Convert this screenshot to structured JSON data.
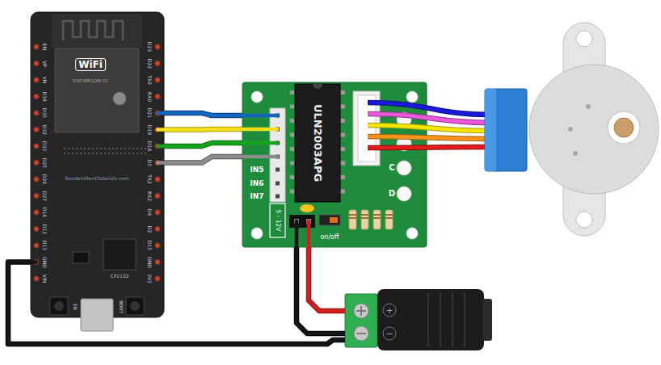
{
  "diagram": {
    "nodes": [
      {
        "text": [
          "RandomNerdTutorials.com"
        ]
      },
      {
        "text": [
          "WiFi",
          "ESP-WROOM-32"
        ],
        "in": 0
      },
      {
        "text": [
          "CP2102"
        ],
        "in": 0
      },
      {
        "text": [
          "IN5",
          "IN6",
          "IN7",
          "5 - 12V",
          "on/off"
        ]
      },
      {
        "text": [
          "ULN2003APG"
        ],
        "in": 3
      },
      {
        "text": [
          "+",
          "−"
        ]
      }
    ],
    "edges": [
      {
        "from": 0,
        "to": 3,
        "arrow": "none"
      },
      {
        "from": 0,
        "to": 3,
        "arrow": "none"
      },
      {
        "from": 0,
        "to": 3,
        "arrow": "none"
      },
      {
        "from": 0,
        "to": 3,
        "arrow": "none"
      },
      {
        "from": 3,
        "to": 5,
        "arrow": "none"
      },
      {
        "from": 3,
        "to": 5,
        "arrow": "none"
      },
      {
        "from": 0,
        "to": 5,
        "arrow": "none"
      }
    ],
    "labels": [
      "EN",
      "VP",
      "VN",
      "D34",
      "D35",
      "D32",
      "D33",
      "D25",
      "D26",
      "D27",
      "D14",
      "D12",
      "D13",
      "GND",
      "VIN",
      "D23",
      "D22",
      "TX0",
      "RX0",
      "D21",
      "D19",
      "D18",
      "D5",
      "TX2",
      "RX2",
      "D4",
      "D2",
      "D15",
      "GND",
      "3V3",
      "EN",
      "BOOT",
      "C",
      "D"
    ]
  }
}
